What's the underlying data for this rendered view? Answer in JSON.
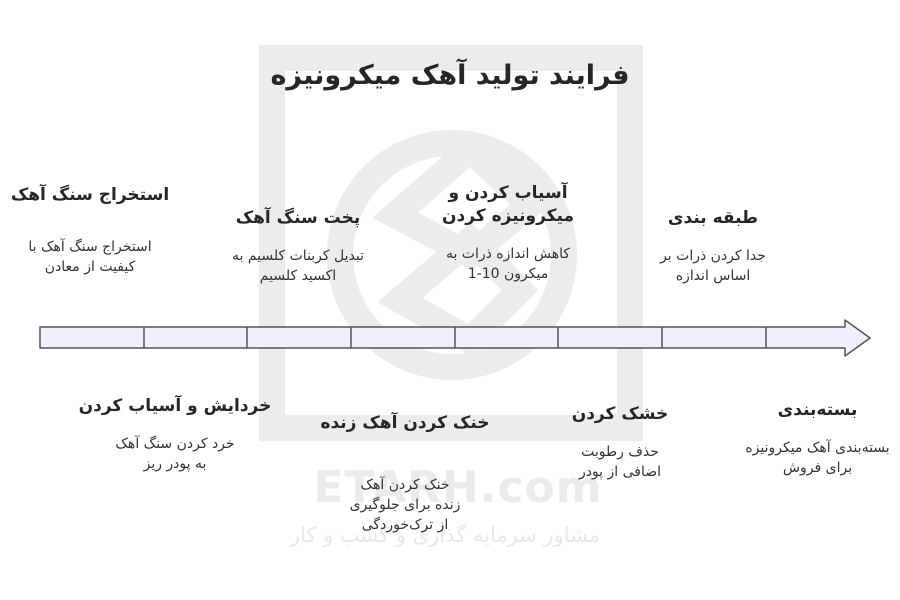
{
  "title": "فرایند تولید آهک میکرونیزه",
  "watermark": {
    "brand": "ETARH.com",
    "tagline": "مشاور سرمایه گذاری و کسب و کار"
  },
  "steps_top": [
    {
      "title": "استخراج سنگ آهک",
      "desc": "استخراج سنگ آهک با کیفیت از معادن"
    },
    {
      "title": "پخت سنگ آهک",
      "desc": "تبدیل کربنات کلسیم به اکسید کلسیم"
    },
    {
      "title": "آسیاب کردن و میکرونیزه کردن",
      "desc": "کاهش اندازه ذرات به میکرون 10-1"
    },
    {
      "title": "طبقه بندی",
      "desc": "جدا کردن ذرات بر اساس اندازه"
    }
  ],
  "steps_bottom": [
    {
      "title": "خردایش و آسیاب کردن",
      "desc": "خرد کردن سنگ آهک به پودر ریز"
    },
    {
      "title": "خنک کردن آهک زنده",
      "desc": "خنک کردن آهک زنده برای جلوگیری از ترک‌خوردگی"
    },
    {
      "title": "خشک کردن",
      "desc": "حذف رطوبت اضافی از پودر"
    },
    {
      "title": "بسته‌بندی",
      "desc": "بسته‌بندی آهک میکرونیزه برای فروش"
    }
  ],
  "colors": {
    "arrow_fill": "#eef1fb",
    "arrow_stroke": "#555555",
    "watermark": "#ececec"
  }
}
